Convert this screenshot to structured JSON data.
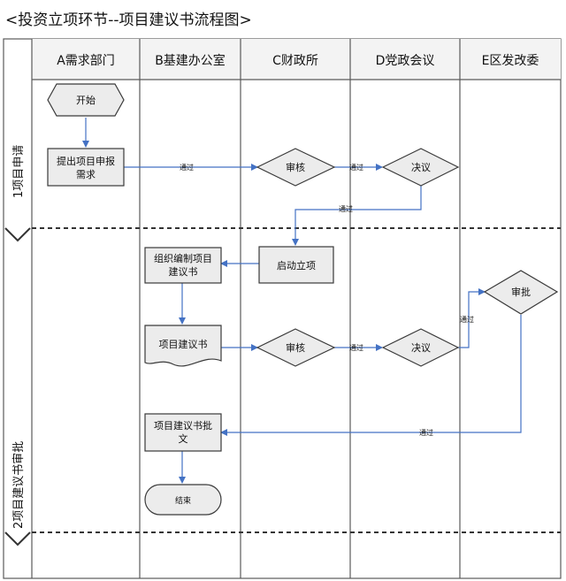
{
  "title": "<投资立项环节--项目建议书流程图>",
  "lanes": [
    {
      "id": "A",
      "label": "A需求部门"
    },
    {
      "id": "B",
      "label": "B基建办公室"
    },
    {
      "id": "C",
      "label": "C财政所"
    },
    {
      "id": "D",
      "label": "D党政会议"
    },
    {
      "id": "E",
      "label": "E区发改委"
    }
  ],
  "phases": {
    "p1": "1项目申请",
    "p2": "2项目建议书审批"
  },
  "nodes": {
    "start": "开始",
    "submit_line1": "提出项目申报",
    "submit_line2": "需求",
    "review1": "审核",
    "decide1": "决议",
    "start_project": "启动立项",
    "compile_line1": "组织编制项目",
    "compile_line2": "建议书",
    "proposal_doc": "项目建议书",
    "review2": "审核",
    "decide2": "决议",
    "approve": "审批",
    "approved_line1": "项目建议书批",
    "approved_line2": "文",
    "end": "结束"
  },
  "edge_labels": {
    "pass": "通过"
  },
  "colors": {
    "line": "#4472c4",
    "node_fill": "#ececec",
    "node_stroke": "#3a3a3a",
    "header_bg": "#f3f3f3",
    "grid": "#5a5a5a"
  }
}
